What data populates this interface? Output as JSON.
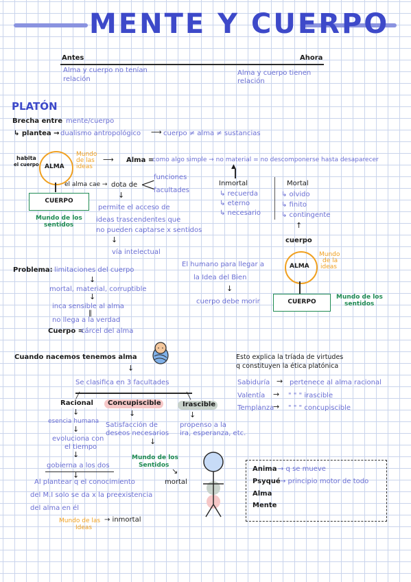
{
  "title": "MENTE Y CUERPO",
  "antes": {
    "label": "Antes",
    "text": [
      "Alma y cuerpo no tenían",
      "relación"
    ]
  },
  "ahora": {
    "label": "Ahora",
    "text": [
      "Alma y cuerpo tienen",
      "relación"
    ]
  },
  "platon": {
    "heading": "PLATÓN",
    "brecha_label": "Brecha entre",
    "brecha_value": "mente/cuerpo",
    "plantea_label": "↳ plantea →",
    "plantea_value": "dualismo antropológico",
    "plantea_rest": "cuerpo ≠ alma ≠ sustancias",
    "habita": [
      "habita",
      "el cuerpo"
    ],
    "alma": "ALMA",
    "mundo_ideas": [
      "Mundo",
      "de las",
      "ideas"
    ],
    "alma_def_label": "Alma =",
    "alma_def": "como algo simple → no material = no descomponerse hasta desaparecer",
    "cae": "el alma cae →",
    "dota": "dota de",
    "funciones": "funciones",
    "facultades": "facultades",
    "cuerpo_box": "CUERPO",
    "mundo_sentidos": [
      "Mundo de los",
      "sentidos"
    ],
    "permite": [
      "permite el acceso de",
      "ideas trascendentes que",
      "no pueden captarse x sentidos"
    ],
    "via": "vía intelectual",
    "inmortal": "Inmortal",
    "inmortal_items": [
      "↳ recuerda",
      "↳ eterno",
      "↳ necesario"
    ],
    "mortal": "Mortal",
    "mortal_items": [
      "↳ olvido",
      "↳ finito",
      "↳ contingente"
    ],
    "cuerpo_word": "cuerpo",
    "alma2": "ALMA",
    "mundo_ideas2": [
      "Mundo",
      "de la",
      "ideas"
    ],
    "cuerpo_box2": "CUERPO",
    "mundo_sentidos2": [
      "Mundo de los",
      "sentidos"
    ],
    "humano": [
      "El humano para llegar a",
      "la Idea del Bien"
    ],
    "cuerpo_morir": "cuerpo debe morir"
  },
  "problema": {
    "label": "Problema:",
    "value": "limitaciones del cuerpo",
    "line1": "mortal, material, corruptible",
    "line2": "inca sensible al alma",
    "line3": "no llega a la verdad",
    "carcel_label": "Cuerpo =",
    "carcel": "cárcel del alma"
  },
  "nacemos": {
    "text": "Cuando nacemos tenemos alma",
    "clasifica": "Se clasifica en 3 facultades",
    "racional": "Racional",
    "concupiscible": "Concupiscible",
    "irascible": "Irascible",
    "esencia": "esencia humana",
    "evoluciona": [
      "evoluciona con",
      "el tiempo"
    ],
    "gobierna": "gobierna a los dos",
    "satisfaccion": [
      "Satisfacción de",
      "deseos necesarios"
    ],
    "propenso": [
      "propenso a la",
      "ira, esperanza, etc."
    ],
    "mundo_sentidos3": [
      "Mundo de los",
      "Sentidos"
    ],
    "mortal": "mortal",
    "plantear": [
      "Al plantear q el conocimiento",
      "del M.I solo se da x la preexistencia",
      "del alma en él"
    ],
    "mundo_ideas3": [
      "Mundo de las",
      "Ideas"
    ],
    "inmortal": "→ inmortal"
  },
  "triada": {
    "heading": [
      "Esto explica la tríada de virtudes",
      "q constituyen la ética platónica"
    ],
    "rows": [
      {
        "virtud": "Sabiduría",
        "desc": "pertenece al alma racional"
      },
      {
        "virtud": "Valentía",
        "desc": "\"   \"   \"  irascible"
      },
      {
        "virtud": "Templanza",
        "desc": "\"   \"   \"  concupiscible"
      }
    ]
  },
  "anima": {
    "rows": [
      {
        "term": "Anima",
        "desc": "→ q se mueve"
      },
      {
        "term": "Psyqué",
        "desc": "→ principio motor de todo"
      },
      {
        "term": "Alma",
        "desc": ""
      },
      {
        "term": "Mente",
        "desc": ""
      }
    ]
  },
  "colors": {
    "title": "#3d49c9",
    "blue_text": "#6a6fd4",
    "orange": "#f0a020",
    "green": "#1e8a52",
    "pink_pill": "#f6c7c7",
    "gray_pill": "#c9d3cc"
  },
  "icons": [
    "baby-icon",
    "stick-figure-icon"
  ]
}
